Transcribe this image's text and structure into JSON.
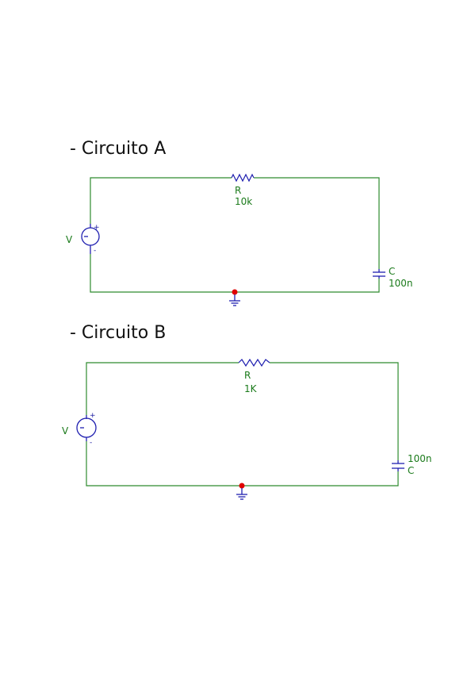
{
  "page": {
    "background": "#ffffff"
  },
  "colors": {
    "wire": "#2e8b2e",
    "component": "#1f1fb0",
    "label": "#1a7a1a",
    "node": "#e00000"
  },
  "circuits": [
    {
      "heading": "- Circuito A",
      "source": {
        "label": "V",
        "plus": "+",
        "minus": "-"
      },
      "resistor": {
        "name": "R",
        "value": "10k"
      },
      "capacitor": {
        "name": "C",
        "value": "100n"
      },
      "ground": "ground-icon"
    },
    {
      "heading": "- Circuito B",
      "source": {
        "label": "V",
        "plus": "+",
        "minus": "-"
      },
      "resistor": {
        "name": "R",
        "value": "1K"
      },
      "capacitor": {
        "name": "C",
        "value": "100n"
      },
      "ground": "ground-icon"
    }
  ]
}
